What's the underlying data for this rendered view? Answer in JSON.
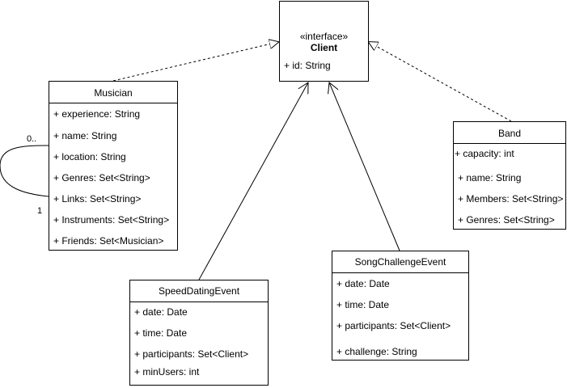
{
  "client": {
    "stereotype": "«interface»",
    "name": "Client",
    "attributes": [
      "+ id: String"
    ]
  },
  "musician": {
    "name": "Musician",
    "attributes": [
      "+ experience: String",
      "+ name: String",
      "+ location: String",
      "+ Genres: Set<String>",
      "+ Links: Set<String>",
      "+ Instruments: Set<String>",
      "+ Friends: Set<Musician>"
    ]
  },
  "band": {
    "name": "Band",
    "attributes": [
      "+ capacity: int",
      "+ name: String",
      "+ Members: Set<String>",
      "+ Genres: Set<String>"
    ]
  },
  "speed_dating": {
    "name": "SpeedDatingEvent",
    "attributes": [
      "+ date: Date",
      "+ time: Date",
      "+ participants: Set<Client>",
      "+ minUsers: int"
    ]
  },
  "song_challenge": {
    "name": "SongChallengeEvent",
    "attributes": [
      "+ date: Date",
      "+ time: Date",
      "+ participants: Set<Client>",
      "+ challenge: String"
    ]
  },
  "multiplicities": {
    "top": "0..",
    "bottom": "1"
  },
  "colors": {
    "line": "#000000",
    "background": "#ffffff"
  }
}
